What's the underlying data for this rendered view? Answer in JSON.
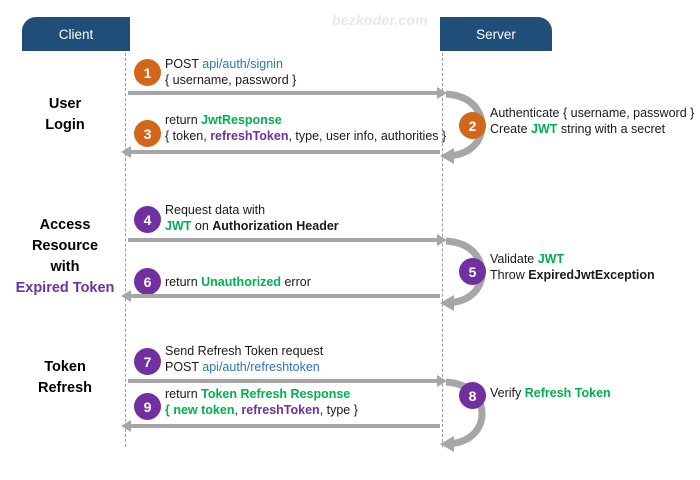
{
  "watermark": "bezkoder.com",
  "actors": {
    "client": "Client",
    "server": "Server"
  },
  "phases": [
    {
      "name": "user-login",
      "lines": [
        "User",
        "Login"
      ],
      "accent_index": -1
    },
    {
      "name": "access-resource",
      "lines": [
        "Access",
        "Resource",
        "with",
        "Expired Token"
      ],
      "accent_index": 3
    },
    {
      "name": "token-refresh",
      "lines": [
        "Token",
        "Refresh"
      ],
      "accent_index": -1
    }
  ],
  "steps": {
    "s1": {
      "number": "1",
      "color": "orange",
      "line1": {
        "plain1": "POST ",
        "url": "api/auth/signin"
      },
      "line2": {
        "plain1": "{ username, password }"
      }
    },
    "s2": {
      "number": "2",
      "color": "orange",
      "line1": {
        "plain1": "Authenticate { username, password }"
      },
      "line2": {
        "plain1": "Create ",
        "green": "JWT",
        "plain2": " string with a secret"
      }
    },
    "s3": {
      "number": "3",
      "color": "orange",
      "line1": {
        "plain1": "return ",
        "green": "JwtResponse"
      },
      "line2": {
        "plain1": "{ token, ",
        "purple": "refreshToken",
        "plain2": ", type, user info, authorities }"
      }
    },
    "s4": {
      "number": "4",
      "color": "purple",
      "line1": {
        "plain1": "Request data with"
      },
      "line2": {
        "green": "JWT",
        "plain1": " on ",
        "bold": "Authorization Header"
      }
    },
    "s5": {
      "number": "5",
      "color": "purple",
      "line1": {
        "plain1": "Validate ",
        "green": "JWT"
      },
      "line2": {
        "plain1": "Throw ",
        "bold": "ExpiredJwtException"
      }
    },
    "s6": {
      "number": "6",
      "color": "purple",
      "line1": {
        "plain1": "return ",
        "green": "Unauthorized",
        "plain2": " error"
      }
    },
    "s7": {
      "number": "7",
      "color": "purple",
      "line1": {
        "plain1": "Send Refresh Token request"
      },
      "line2": {
        "plain1": "POST ",
        "url": "api/auth/refreshtoken"
      }
    },
    "s8": {
      "number": "8",
      "color": "purple",
      "line1": {
        "plain1": "Verify ",
        "green": "Refresh Token"
      }
    },
    "s9": {
      "number": "9",
      "color": "purple",
      "line1": {
        "plain1": "return ",
        "green": "Token Refresh Response"
      },
      "line2": {
        "greenb": "{ new token",
        "plain1": ", ",
        "purple": "refreshToken",
        "plain2": ", type }"
      }
    }
  },
  "colors": {
    "actor_bar": "#1f4e79",
    "badge_orange": "#d2671b",
    "badge_purple": "#7030a0",
    "arrow": "#a6a6a6",
    "url": "#2e75b6",
    "green": "#00b050",
    "purple": "#7030a0"
  }
}
